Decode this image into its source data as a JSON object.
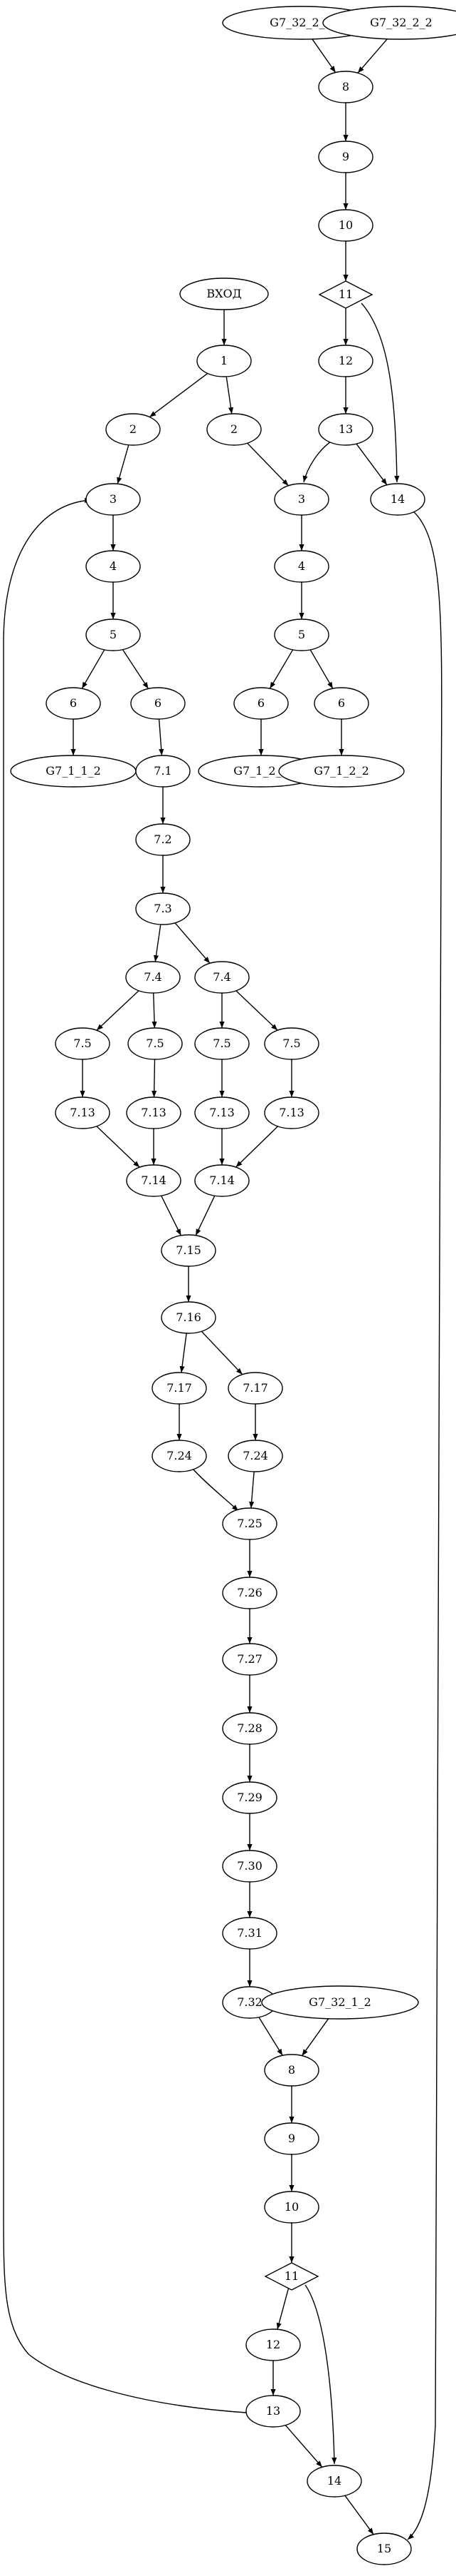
{
  "colors": {
    "stroke": "#000000",
    "fill": "#ffffff",
    "text": "#000000"
  },
  "nodes": [
    {
      "id": "g7_32_2_1",
      "label": "G7_32_2_1",
      "shape": "ellipse"
    },
    {
      "id": "g7_32_2_2",
      "label": "G7_32_2_2",
      "shape": "ellipse"
    },
    {
      "id": "r8",
      "label": "8",
      "shape": "ellipse"
    },
    {
      "id": "r9",
      "label": "9",
      "shape": "ellipse"
    },
    {
      "id": "r10",
      "label": "10",
      "shape": "ellipse"
    },
    {
      "id": "r11",
      "label": "11",
      "shape": "diamond"
    },
    {
      "id": "r12",
      "label": "12",
      "shape": "ellipse"
    },
    {
      "id": "r13",
      "label": "13",
      "shape": "ellipse"
    },
    {
      "id": "r14",
      "label": "14",
      "shape": "ellipse"
    },
    {
      "id": "entry",
      "label": "ВХОД",
      "shape": "ellipse"
    },
    {
      "id": "n1",
      "label": "1",
      "shape": "ellipse"
    },
    {
      "id": "l2",
      "label": "2",
      "shape": "ellipse"
    },
    {
      "id": "m2",
      "label": "2",
      "shape": "ellipse"
    },
    {
      "id": "l3",
      "label": "3",
      "shape": "ellipse"
    },
    {
      "id": "m3",
      "label": "3",
      "shape": "ellipse"
    },
    {
      "id": "l4",
      "label": "4",
      "shape": "ellipse"
    },
    {
      "id": "m4",
      "label": "4",
      "shape": "ellipse"
    },
    {
      "id": "l5",
      "label": "5",
      "shape": "ellipse"
    },
    {
      "id": "m5",
      "label": "5",
      "shape": "ellipse"
    },
    {
      "id": "l6a",
      "label": "6",
      "shape": "ellipse"
    },
    {
      "id": "l6b",
      "label": "6",
      "shape": "ellipse"
    },
    {
      "id": "m6a",
      "label": "6",
      "shape": "ellipse"
    },
    {
      "id": "m6b",
      "label": "6",
      "shape": "ellipse"
    },
    {
      "id": "g7_1_1_2",
      "label": "G7_1_1_2",
      "shape": "ellipse"
    },
    {
      "id": "g7_1_2_1",
      "label": "G7_1_2_1",
      "shape": "ellipse"
    },
    {
      "id": "g7_1_2_2",
      "label": "G7_1_2_2",
      "shape": "ellipse"
    },
    {
      "id": "n7_1",
      "label": "7.1",
      "shape": "ellipse"
    },
    {
      "id": "n7_2",
      "label": "7.2",
      "shape": "ellipse"
    },
    {
      "id": "n7_3",
      "label": "7.3",
      "shape": "ellipse"
    },
    {
      "id": "n7_4a",
      "label": "7.4",
      "shape": "ellipse"
    },
    {
      "id": "n7_4b",
      "label": "7.4",
      "shape": "ellipse"
    },
    {
      "id": "n7_5a",
      "label": "7.5",
      "shape": "ellipse"
    },
    {
      "id": "n7_5b",
      "label": "7.5",
      "shape": "ellipse"
    },
    {
      "id": "n7_5c",
      "label": "7.5",
      "shape": "ellipse"
    },
    {
      "id": "n7_5d",
      "label": "7.5",
      "shape": "ellipse"
    },
    {
      "id": "n7_13a",
      "label": "7.13",
      "shape": "ellipse"
    },
    {
      "id": "n7_13b",
      "label": "7.13",
      "shape": "ellipse"
    },
    {
      "id": "n7_13c",
      "label": "7.13",
      "shape": "ellipse"
    },
    {
      "id": "n7_13d",
      "label": "7.13",
      "shape": "ellipse"
    },
    {
      "id": "n7_14a",
      "label": "7.14",
      "shape": "ellipse"
    },
    {
      "id": "n7_14b",
      "label": "7.14",
      "shape": "ellipse"
    },
    {
      "id": "n7_15",
      "label": "7.15",
      "shape": "ellipse"
    },
    {
      "id": "n7_16",
      "label": "7.16",
      "shape": "ellipse"
    },
    {
      "id": "n7_17a",
      "label": "7.17",
      "shape": "ellipse"
    },
    {
      "id": "n7_17b",
      "label": "7.17",
      "shape": "ellipse"
    },
    {
      "id": "n7_24a",
      "label": "7.24",
      "shape": "ellipse"
    },
    {
      "id": "n7_24b",
      "label": "7.24",
      "shape": "ellipse"
    },
    {
      "id": "n7_25",
      "label": "7.25",
      "shape": "ellipse"
    },
    {
      "id": "n7_26",
      "label": "7.26",
      "shape": "ellipse"
    },
    {
      "id": "n7_27",
      "label": "7.27",
      "shape": "ellipse"
    },
    {
      "id": "n7_28",
      "label": "7.28",
      "shape": "ellipse"
    },
    {
      "id": "n7_29",
      "label": "7.29",
      "shape": "ellipse"
    },
    {
      "id": "n7_30",
      "label": "7.30",
      "shape": "ellipse"
    },
    {
      "id": "n7_31",
      "label": "7.31",
      "shape": "ellipse"
    },
    {
      "id": "n7_32",
      "label": "7.32",
      "shape": "ellipse"
    },
    {
      "id": "g7_32_1_2",
      "label": "G7_32_1_2",
      "shape": "ellipse"
    },
    {
      "id": "b8",
      "label": "8",
      "shape": "ellipse"
    },
    {
      "id": "b9",
      "label": "9",
      "shape": "ellipse"
    },
    {
      "id": "b10",
      "label": "10",
      "shape": "ellipse"
    },
    {
      "id": "b11",
      "label": "11",
      "shape": "diamond"
    },
    {
      "id": "b12",
      "label": "12",
      "shape": "ellipse"
    },
    {
      "id": "b13",
      "label": "13",
      "shape": "ellipse"
    },
    {
      "id": "b14",
      "label": "14",
      "shape": "ellipse"
    },
    {
      "id": "b15",
      "label": "15",
      "shape": "ellipse"
    }
  ],
  "edges": [
    {
      "from": "g7_32_2_1",
      "to": "r8"
    },
    {
      "from": "g7_32_2_2",
      "to": "r8"
    },
    {
      "from": "r8",
      "to": "r9"
    },
    {
      "from": "r9",
      "to": "r10"
    },
    {
      "from": "r10",
      "to": "r11"
    },
    {
      "from": "r11",
      "to": "r12"
    },
    {
      "from": "r11",
      "to": "r14"
    },
    {
      "from": "r12",
      "to": "r13"
    },
    {
      "from": "r13",
      "to": "r14"
    },
    {
      "from": "r13",
      "to": "m3"
    },
    {
      "from": "r14",
      "to": "b15"
    },
    {
      "from": "entry",
      "to": "n1"
    },
    {
      "from": "n1",
      "to": "l2"
    },
    {
      "from": "n1",
      "to": "m2"
    },
    {
      "from": "l2",
      "to": "l3"
    },
    {
      "from": "m2",
      "to": "m3"
    },
    {
      "from": "l3",
      "to": "l4"
    },
    {
      "from": "m3",
      "to": "m4"
    },
    {
      "from": "l4",
      "to": "l5"
    },
    {
      "from": "m4",
      "to": "m5"
    },
    {
      "from": "l5",
      "to": "l6a"
    },
    {
      "from": "l5",
      "to": "l6b"
    },
    {
      "from": "m5",
      "to": "m6a"
    },
    {
      "from": "m5",
      "to": "m6b"
    },
    {
      "from": "l6a",
      "to": "g7_1_1_2"
    },
    {
      "from": "m6a",
      "to": "g7_1_2_1"
    },
    {
      "from": "m6b",
      "to": "g7_1_2_2"
    },
    {
      "from": "l6b",
      "to": "n7_1"
    },
    {
      "from": "n7_1",
      "to": "n7_2"
    },
    {
      "from": "n7_2",
      "to": "n7_3"
    },
    {
      "from": "n7_3",
      "to": "n7_4a"
    },
    {
      "from": "n7_3",
      "to": "n7_4b"
    },
    {
      "from": "n7_4a",
      "to": "n7_5a"
    },
    {
      "from": "n7_4a",
      "to": "n7_5b"
    },
    {
      "from": "n7_4b",
      "to": "n7_5c"
    },
    {
      "from": "n7_4b",
      "to": "n7_5d"
    },
    {
      "from": "n7_5a",
      "to": "n7_13a"
    },
    {
      "from": "n7_5b",
      "to": "n7_13b"
    },
    {
      "from": "n7_5c",
      "to": "n7_13c"
    },
    {
      "from": "n7_5d",
      "to": "n7_13d"
    },
    {
      "from": "n7_13a",
      "to": "n7_14a"
    },
    {
      "from": "n7_13b",
      "to": "n7_14a"
    },
    {
      "from": "n7_13c",
      "to": "n7_14b"
    },
    {
      "from": "n7_13d",
      "to": "n7_14b"
    },
    {
      "from": "n7_14a",
      "to": "n7_15"
    },
    {
      "from": "n7_14b",
      "to": "n7_15"
    },
    {
      "from": "n7_15",
      "to": "n7_16"
    },
    {
      "from": "n7_16",
      "to": "n7_17a"
    },
    {
      "from": "n7_16",
      "to": "n7_17b"
    },
    {
      "from": "n7_17a",
      "to": "n7_24a"
    },
    {
      "from": "n7_17b",
      "to": "n7_24b"
    },
    {
      "from": "n7_24a",
      "to": "n7_25"
    },
    {
      "from": "n7_24b",
      "to": "n7_25"
    },
    {
      "from": "n7_25",
      "to": "n7_26"
    },
    {
      "from": "n7_26",
      "to": "n7_27"
    },
    {
      "from": "n7_27",
      "to": "n7_28"
    },
    {
      "from": "n7_28",
      "to": "n7_29"
    },
    {
      "from": "n7_29",
      "to": "n7_30"
    },
    {
      "from": "n7_30",
      "to": "n7_31"
    },
    {
      "from": "n7_31",
      "to": "n7_32"
    },
    {
      "from": "n7_32",
      "to": "b8"
    },
    {
      "from": "g7_32_1_2",
      "to": "b8"
    },
    {
      "from": "b8",
      "to": "b9"
    },
    {
      "from": "b9",
      "to": "b10"
    },
    {
      "from": "b10",
      "to": "b11"
    },
    {
      "from": "b11",
      "to": "b12"
    },
    {
      "from": "b11",
      "to": "b14"
    },
    {
      "from": "b12",
      "to": "b13"
    },
    {
      "from": "b13",
      "to": "b14"
    },
    {
      "from": "b13",
      "to": "l3"
    },
    {
      "from": "b14",
      "to": "b15"
    }
  ]
}
